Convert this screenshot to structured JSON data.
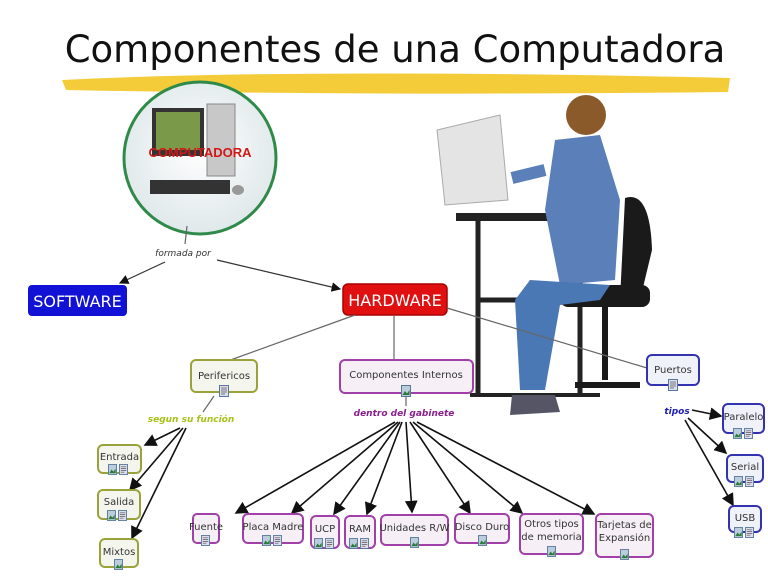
{
  "title": "Componentes de una Computadora",
  "root": {
    "label": "COMPUTADORA"
  },
  "link_formada": "formada por",
  "software": {
    "label": "SOFTWARE",
    "color": "#1212d6"
  },
  "hardware": {
    "label": "HARDWARE",
    "color": "#e01010"
  },
  "perifericos": {
    "label": "Perifericos",
    "link": "segun su función",
    "color": "#9aa23a",
    "link_color": "#a6c21a",
    "items": [
      "Entrada",
      "Salida",
      "Mixtos"
    ]
  },
  "internos": {
    "label": "Componentes Internos",
    "link": "dentro del gabinete",
    "color": "#a040a8",
    "link_color": "#8a1f8e",
    "items": [
      "Fuente",
      "Placa Madre",
      "UCP",
      "RAM",
      "Unidades R/W",
      "Disco Duro",
      "Otros tipos",
      "de memoria",
      "Tarjetas de",
      "Expansión"
    ]
  },
  "puertos": {
    "label": "Puertos",
    "link": "tipos",
    "color": "#3333b0",
    "link_color": "#2020b0",
    "items": [
      "Paralelo",
      "Serial",
      "USB"
    ]
  },
  "icons": [
    "image-icon",
    "document-icon"
  ]
}
